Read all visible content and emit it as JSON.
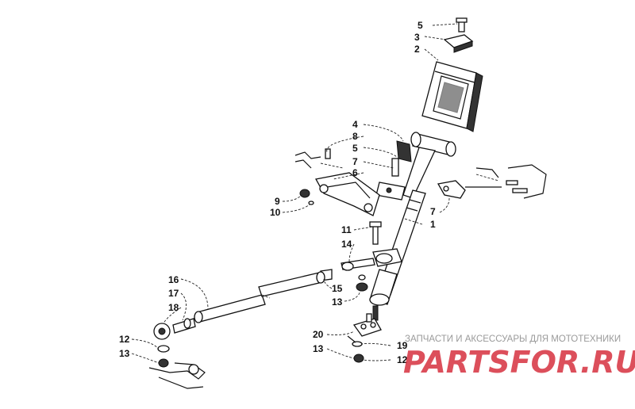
{
  "callouts": [
    {
      "id": "5a",
      "text": "5"
    },
    {
      "id": "3",
      "text": "3"
    },
    {
      "id": "2",
      "text": "2"
    },
    {
      "id": "4",
      "text": "4"
    },
    {
      "id": "8",
      "text": "8"
    },
    {
      "id": "5b",
      "text": "5"
    },
    {
      "id": "7a",
      "text": "7"
    },
    {
      "id": "6",
      "text": "6"
    },
    {
      "id": "9",
      "text": "9"
    },
    {
      "id": "10",
      "text": "10"
    },
    {
      "id": "7b",
      "text": "7"
    },
    {
      "id": "1",
      "text": "1"
    },
    {
      "id": "11",
      "text": "11"
    },
    {
      "id": "14",
      "text": "14"
    },
    {
      "id": "16",
      "text": "16"
    },
    {
      "id": "17",
      "text": "17"
    },
    {
      "id": "18",
      "text": "18"
    },
    {
      "id": "15",
      "text": "15"
    },
    {
      "id": "13a",
      "text": "13"
    },
    {
      "id": "12a",
      "text": "12"
    },
    {
      "id": "13b",
      "text": "13"
    },
    {
      "id": "20",
      "text": "20"
    },
    {
      "id": "19",
      "text": "19"
    },
    {
      "id": "13c",
      "text": "13"
    },
    {
      "id": "12b",
      "text": "12"
    }
  ],
  "watermark": {
    "subtitle": "ЗАПЧАСТИ И АКСЕССУАРЫ ДЛЯ МОТОТЕХНИКИ",
    "brand": "PARTSFOR.RU"
  }
}
